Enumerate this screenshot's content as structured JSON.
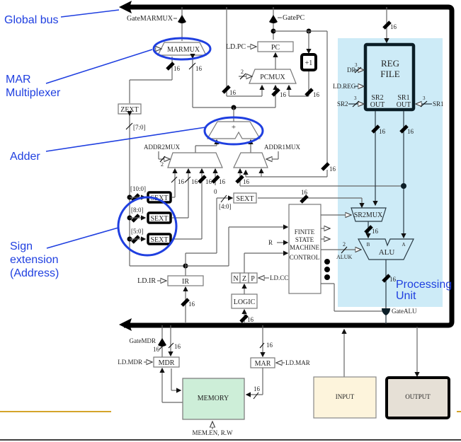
{
  "annotations": {
    "global_bus": "Global bus",
    "mar_mux_line1": "MAR",
    "mar_mux_line2": "Multiplexer",
    "adder": "Adder",
    "sign_ext_line1": "Sign",
    "sign_ext_line2": "extension",
    "sign_ext_line3": "(Address)",
    "processing_unit_line1": "Processing",
    "processing_unit_line2": "Unit"
  },
  "gates": {
    "marmux": "GateMARMUX",
    "pc": "GatePC",
    "mdr": "GateMDR",
    "alu": "GateALU"
  },
  "blocks": {
    "marmux": "MARMUX",
    "pc": "PC",
    "plus_one": "+1",
    "pcmux": "PCMUX",
    "zext": "ZEXT",
    "adder": "+",
    "addr2mux": "ADDR2MUX",
    "addr1mux": "ADDR1MUX",
    "sext": "SEXT",
    "reg_file_line1": "REG",
    "reg_file_line2": "FILE",
    "sr2_out_line1": "SR2",
    "sr2_out_line2": "OUT",
    "sr1_out_line1": "SR1",
    "sr1_out_line2": "OUT",
    "sr2mux": "SR2MUX",
    "alu": "ALU",
    "alu_a": "A",
    "alu_b": "B",
    "fsm_line1": "FINITE",
    "fsm_line2": "STATE",
    "fsm_line3": "MACHINE",
    "fsm_line4": "CONTROL",
    "ir": "IR",
    "n": "N",
    "z": "Z",
    "p": "P",
    "logic": "LOGIC",
    "mdr": "MDR",
    "mar": "MAR",
    "memory": "MEMORY",
    "input": "INPUT",
    "output": "OUTPUT"
  },
  "signals": {
    "ld_pc": "LD.PC",
    "ld_reg": "LD.REG",
    "dr": "DR",
    "sr2": "SR2",
    "sr1": "SR1",
    "ld_ir": "LD.IR",
    "ld_cc": "LD.CC",
    "ld_mdr": "LD.MDR",
    "ld_mar": "LD.MAR",
    "mem_en_rw": "MEM.EN, R.W",
    "aluk": "ALUK",
    "r": "R"
  },
  "labels": {
    "width16": "16",
    "width3": "3",
    "width2": "2",
    "zero": "0",
    "bits_7_0": "[7:0]",
    "bits_10_0": "[10:0]",
    "bits_8_0": "[8:0]",
    "bits_5_0": "[5:0]",
    "bits_4_0": "[4:0]"
  },
  "colors": {
    "annotation_blue": "#1f3fe0",
    "processing_unit_bg": "#cdebf7",
    "memory_bg": "#cdeed8",
    "input_bg": "#fdf4dc",
    "output_bg": "#e6e0d6",
    "footer_line": "#d4a42a"
  }
}
